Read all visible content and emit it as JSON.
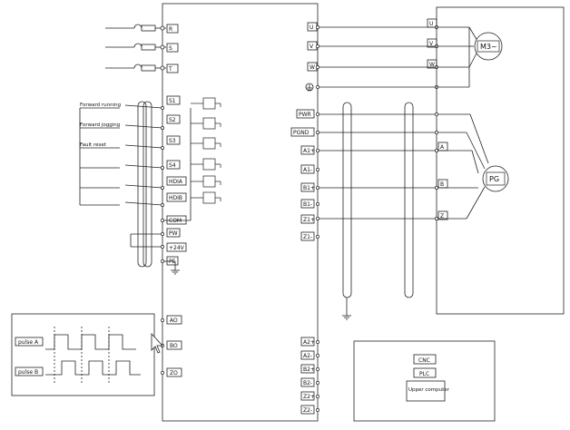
{
  "power_inputs": [
    "R",
    "S",
    "T"
  ],
  "digital_inputs": [
    {
      "terminal": "S1",
      "caption": "Forward running"
    },
    {
      "terminal": "S2",
      "caption": "Forward jogging"
    },
    {
      "terminal": "S3",
      "caption": "Fault reset"
    },
    {
      "terminal": "S4",
      "caption": ""
    },
    {
      "terminal": "HDIA",
      "caption": ""
    },
    {
      "terminal": "HDIB",
      "caption": ""
    }
  ],
  "common_terminals": [
    "COM",
    "PW",
    "+24V",
    "PE"
  ],
  "analog_outputs": [
    "AO",
    "BO",
    "ZO"
  ],
  "motor_outputs": [
    "U",
    "V",
    "W"
  ],
  "motor": {
    "outputs": [
      "U",
      "V",
      "W"
    ],
    "label": "M3~"
  },
  "encoder_inputs": [
    "PWR",
    "PGND",
    "A1+",
    "A1-",
    "B1+",
    "B1-",
    "Z1+",
    "Z1-"
  ],
  "encoder": {
    "channels": [
      "A",
      "B",
      "Z"
    ],
    "label": "PG"
  },
  "pulse_outputs": [
    "A2+",
    "A2-",
    "B2+",
    "B2-",
    "Z2+",
    "Z2-"
  ],
  "pulse_box": {
    "labels": [
      "pulse A",
      "pulse B"
    ]
  },
  "upper_controllers": [
    "CNC",
    "PLC",
    "Upper computer"
  ]
}
